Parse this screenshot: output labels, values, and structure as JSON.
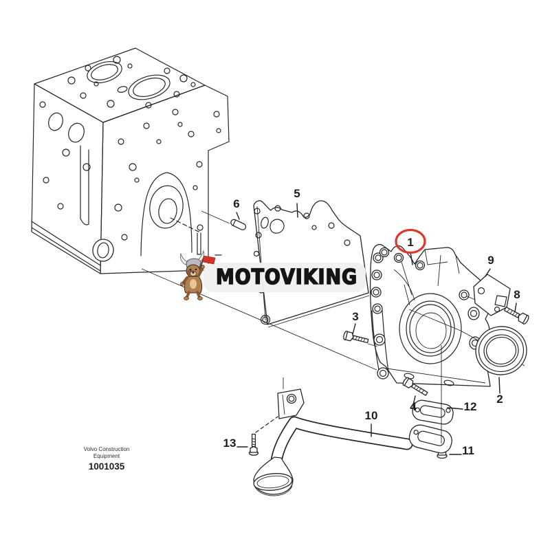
{
  "diagram_type": "exploded-parts-diagram",
  "watermark": {
    "brand": "MOTOVIKING",
    "mascot": "viking-dog"
  },
  "footer": {
    "company_line1": "Volvo Construction",
    "company_line2": "Equipment",
    "drawing_number": "1001035"
  },
  "colors": {
    "artwork_line": "#262626",
    "highlight_circle": "#d93a2b",
    "watermark_panel": "#f2f1ee",
    "mascot_flag_red": "#d53227",
    "background": "#ffffff"
  },
  "callouts": {
    "n1": {
      "label": "1",
      "highlighted": true
    },
    "n2": {
      "label": "2"
    },
    "n3": {
      "label": "3"
    },
    "n4": {
      "label": "4"
    },
    "n5": {
      "label": "5"
    },
    "n6": {
      "label": "6"
    },
    "n8": {
      "label": "8"
    },
    "n9": {
      "label": "9"
    },
    "n10": {
      "label": "10"
    },
    "n11": {
      "label": "11"
    },
    "n12": {
      "label": "12"
    },
    "n13": {
      "label": "13"
    }
  }
}
